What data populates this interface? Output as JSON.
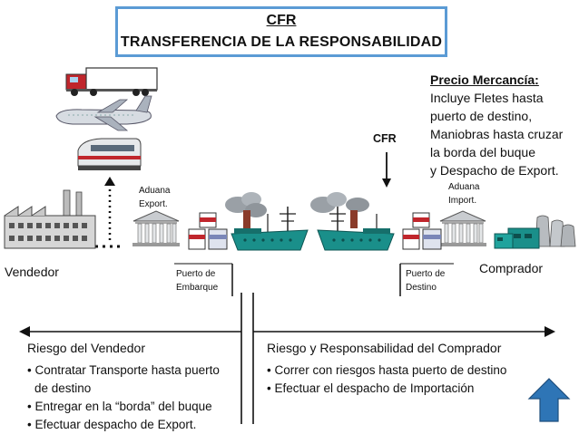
{
  "title": {
    "term": "CFR",
    "subtitle": "TRANSFERENCIA DE LA RESPONSABILIDAD"
  },
  "price": {
    "heading": "Precio Mercancía:",
    "lines": [
      "Incluye Fletes hasta",
      "puerto de destino,",
      "Maniobras hasta cruzar",
      "la borda del buque",
      "y Despacho de Export."
    ]
  },
  "cfr_marker": "CFR",
  "places": {
    "seller": "Vendedor",
    "buyer": "Comprador",
    "customs_export": [
      "Aduana",
      "Export."
    ],
    "customs_import": [
      "Aduana",
      "Import."
    ],
    "port_origin": [
      "Puerto de",
      "Embarque"
    ],
    "port_destination": [
      "Puerto de",
      "Destino"
    ]
  },
  "seller_risk": {
    "heading": "Riesgo del Vendedor",
    "items": [
      "• Contratar Transporte hasta puerto",
      "  de destino",
      "• Entregar en la “borda” del buque",
      "• Efectuar despacho de Export."
    ]
  },
  "buyer_risk": {
    "heading": "Riesgo y Responsabilidad del Comprador",
    "items": [
      "• Correr con riesgos hasta puerto de destino",
      "• Efectuar el despacho de Importación"
    ]
  },
  "icons": [
    "truck-icon",
    "airplane-icon",
    "train-icon",
    "factory-icon",
    "customs-building-icon",
    "container-stack-icon",
    "cargo-ship-icon",
    "power-plant-icon",
    "up-arrow-icon"
  ],
  "colors": {
    "title_border": "#5b9bd5",
    "ship_hull": "#1a8f8a",
    "arrow_blue": "#2e75b6"
  }
}
